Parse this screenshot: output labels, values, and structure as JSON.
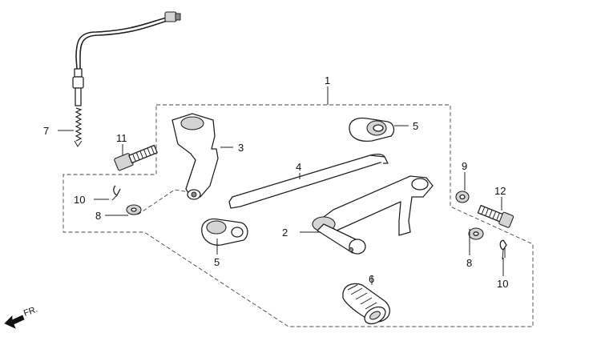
{
  "labels": {
    "p1": "1",
    "p2": "2",
    "p3": "3",
    "p4": "4",
    "p5a": "5",
    "p5b": "5",
    "p6": "6",
    "p7": "7",
    "p8a": "8",
    "p8b": "8",
    "p9": "9",
    "p10a": "10",
    "p10b": "10",
    "p11": "11",
    "p12": "12"
  },
  "front_indicator": "FR."
}
